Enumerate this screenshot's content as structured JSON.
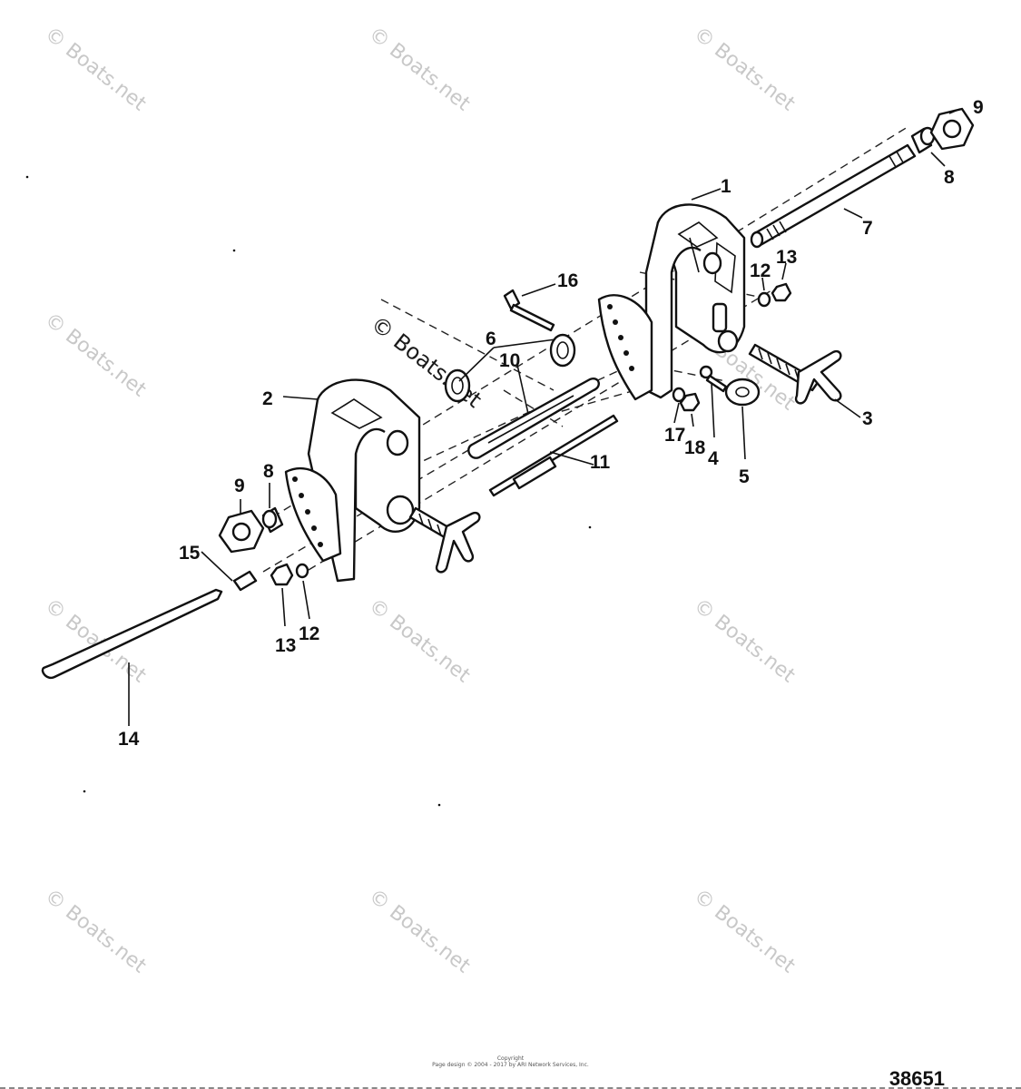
{
  "watermark": {
    "text": "© Boats.net",
    "color": "#c8c8c8"
  },
  "callouts": [
    {
      "id": "1",
      "label": "1"
    },
    {
      "id": "2",
      "label": "2"
    },
    {
      "id": "3",
      "label": "3"
    },
    {
      "id": "4",
      "label": "4"
    },
    {
      "id": "5",
      "label": "5"
    },
    {
      "id": "6",
      "label": "6"
    },
    {
      "id": "7",
      "label": "7"
    },
    {
      "id": "8a",
      "label": "8"
    },
    {
      "id": "8b",
      "label": "8"
    },
    {
      "id": "9a",
      "label": "9"
    },
    {
      "id": "9b",
      "label": "9"
    },
    {
      "id": "10",
      "label": "10"
    },
    {
      "id": "11",
      "label": "11"
    },
    {
      "id": "12a",
      "label": "12"
    },
    {
      "id": "12b",
      "label": "12"
    },
    {
      "id": "13a",
      "label": "13"
    },
    {
      "id": "13b",
      "label": "13"
    },
    {
      "id": "14",
      "label": "14"
    },
    {
      "id": "15",
      "label": "15"
    },
    {
      "id": "16",
      "label": "16"
    },
    {
      "id": "17",
      "label": "17"
    },
    {
      "id": "18",
      "label": "18"
    }
  ],
  "footer": {
    "copyright_line1": "Copyright",
    "copyright_line2": "Page design © 2004 - 2017 by ARI Network Services, Inc.",
    "diagram_number": "38651"
  }
}
